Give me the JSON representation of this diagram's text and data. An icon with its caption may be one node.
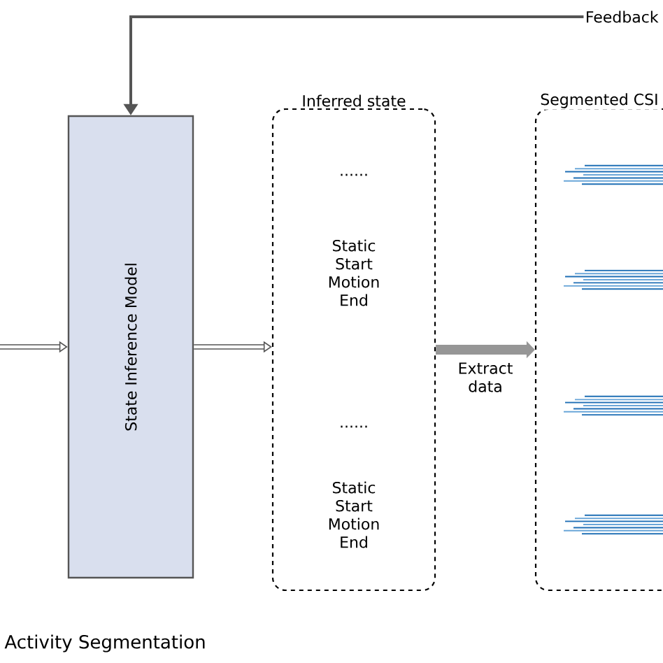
{
  "diagram": {
    "nodes": [
      {
        "text": [
          "State Inference Model"
        ]
      },
      {
        "text": [
          "Inferred state",
          "......",
          "Static Start Motion End",
          "......",
          "Static Start Motion End"
        ]
      },
      {
        "text": [
          "Segmented CSI"
        ]
      },
      {
        "text": [
          "Feedback"
        ]
      }
    ],
    "edges": [
      {
        "from": 3,
        "to": 0,
        "arrow": "to"
      },
      {
        "from": null,
        "to": 0,
        "arrow": "to"
      },
      {
        "from": 0,
        "to": 1,
        "arrow": "to"
      },
      {
        "from": 1,
        "to": 2,
        "arrow": "to",
        "label": "Extract data",
        "style": "thick"
      }
    ],
    "labels": [
      "Activity Segmentation"
    ]
  }
}
